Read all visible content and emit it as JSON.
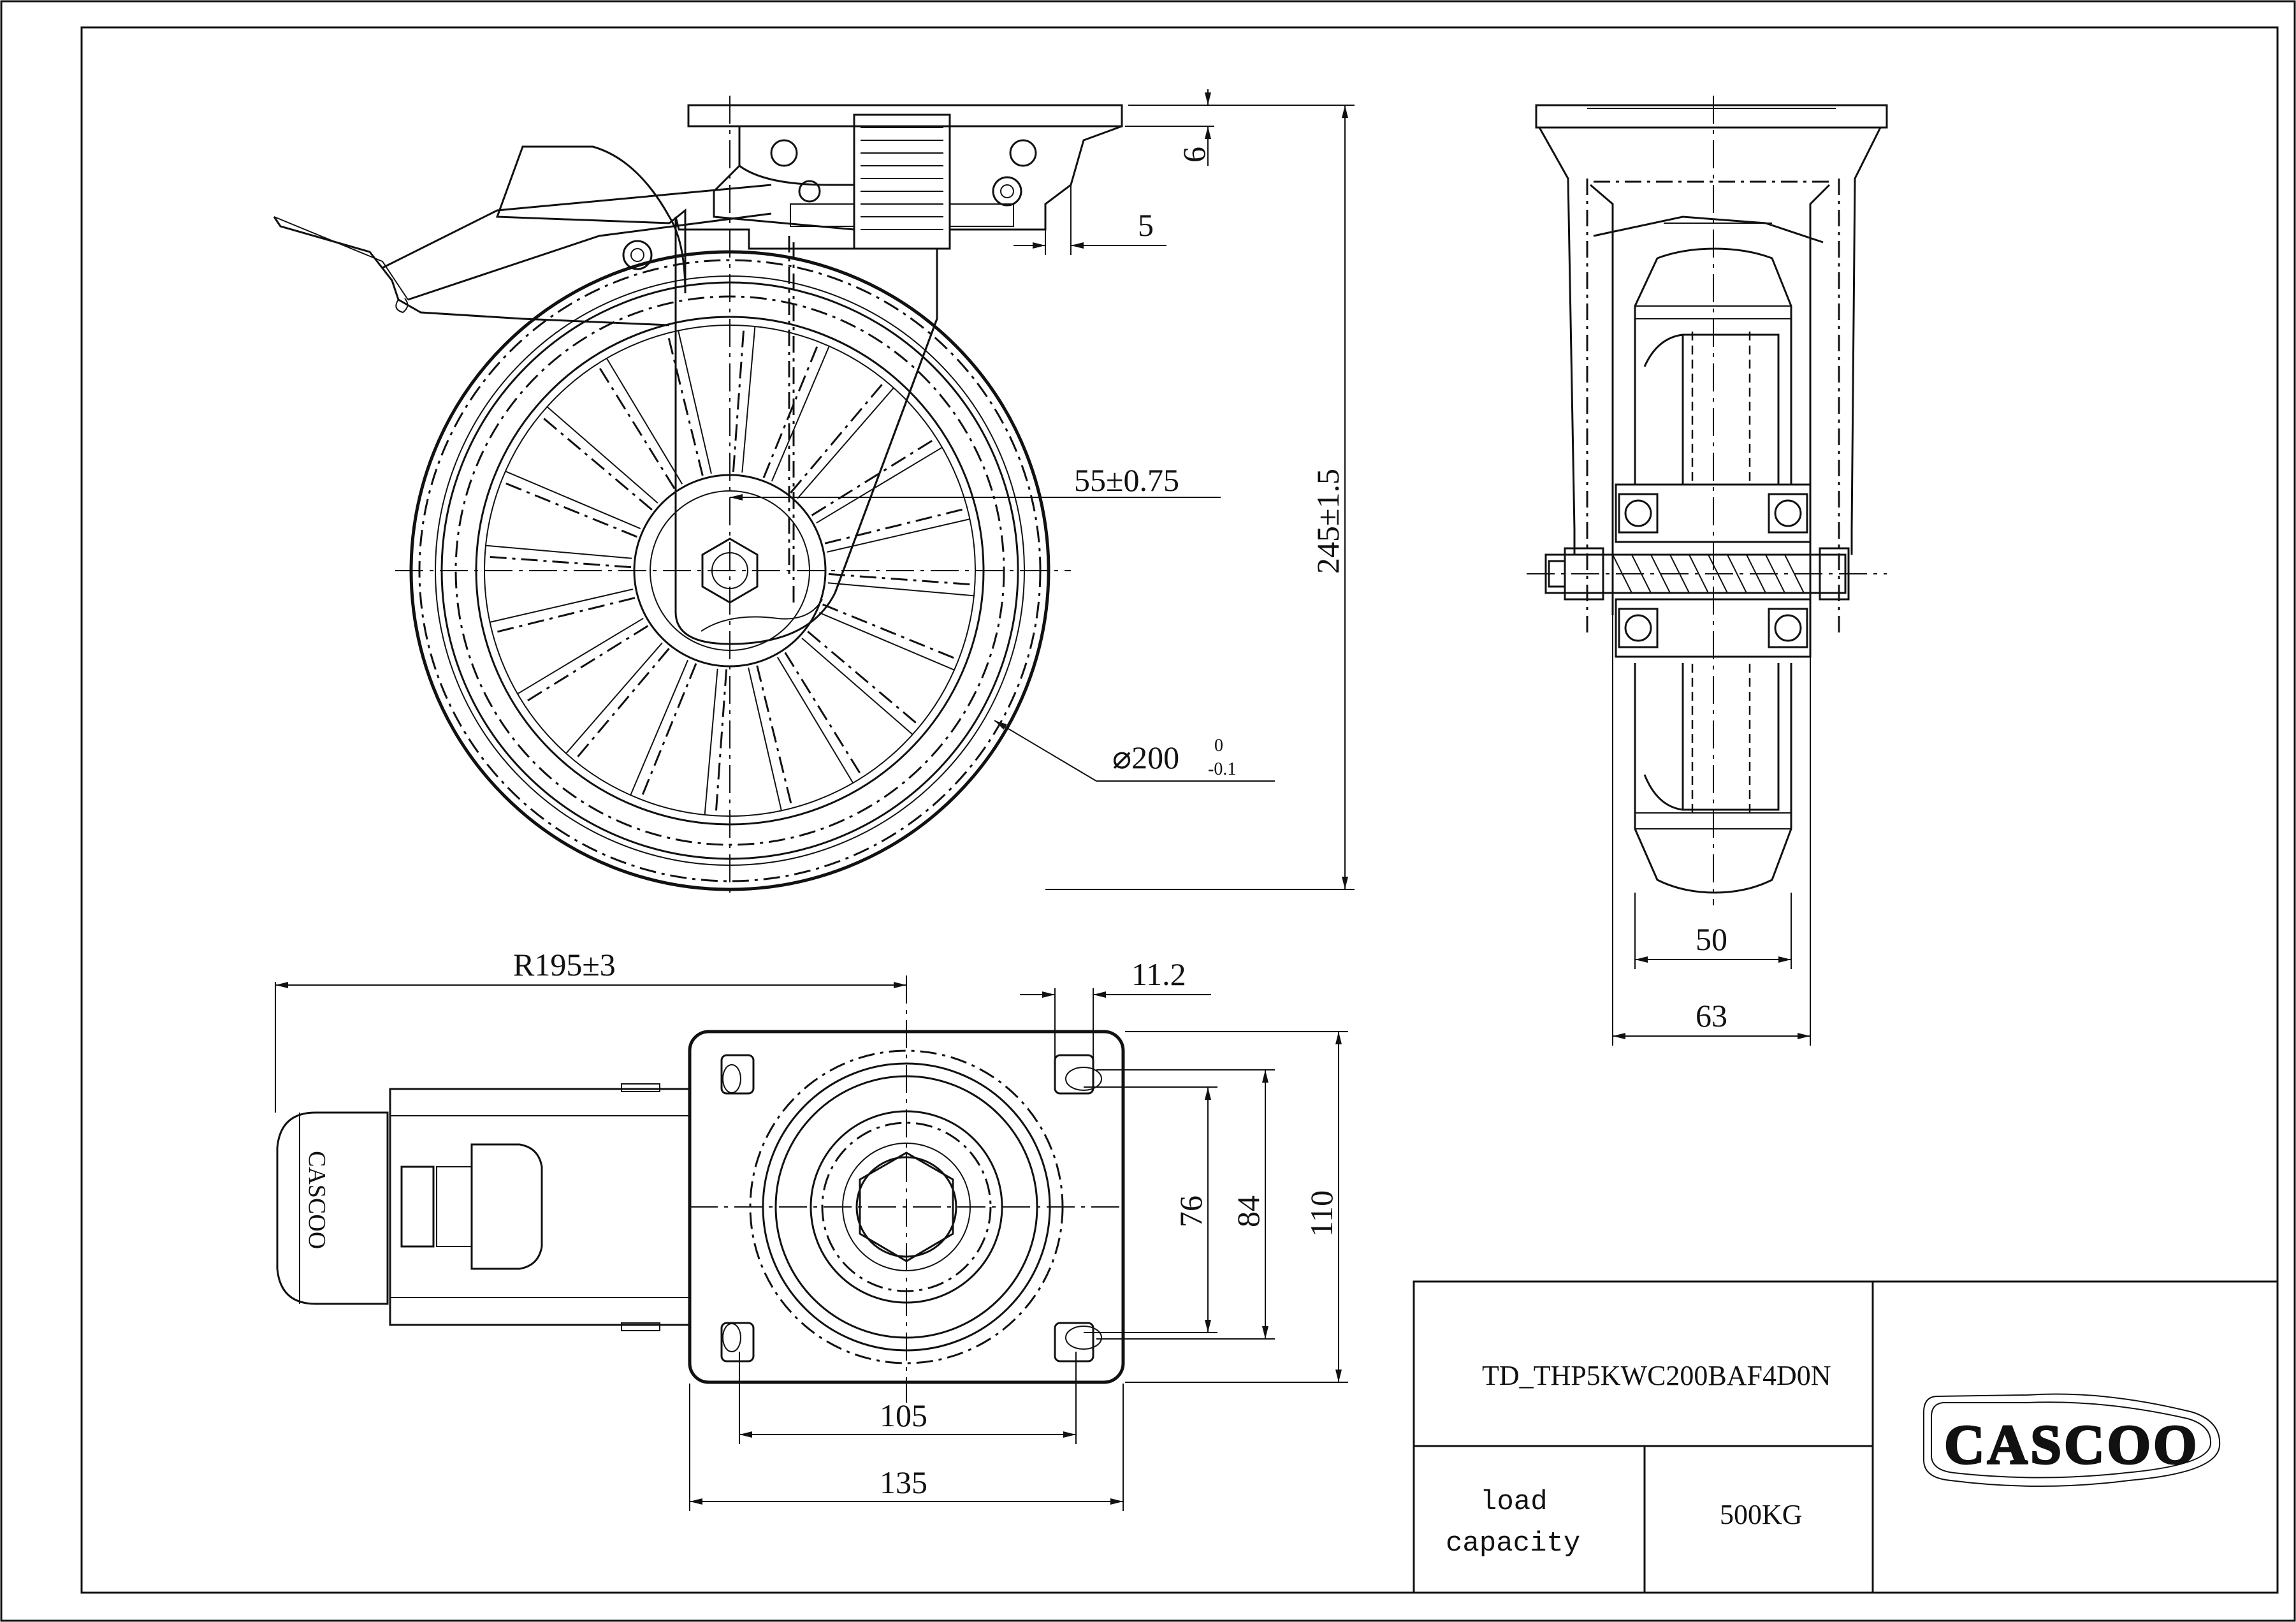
{
  "drawing": {
    "dimensions": {
      "d6": "6",
      "d5": "5",
      "d55": "55±0.75",
      "d245": "245±1.5",
      "d200": "⌀200",
      "d200_tol_upper": "0",
      "d200_tol_lower": "-0.1",
      "d50": "50",
      "d63": "63",
      "r195": "R195±3",
      "d11_2": "11.2",
      "d76": "76",
      "d84": "84",
      "d110": "110",
      "d105": "105",
      "d135": "135"
    },
    "logo_text": "CASCOO",
    "brake_logo_text": "CASCOO"
  },
  "title_block": {
    "part_number": "TD_THP5KWC200BAF4D0N",
    "load_label_line1": "load",
    "load_label_line2": "capacity",
    "load_value": "500KG",
    "logo_text": "CASCOO"
  }
}
